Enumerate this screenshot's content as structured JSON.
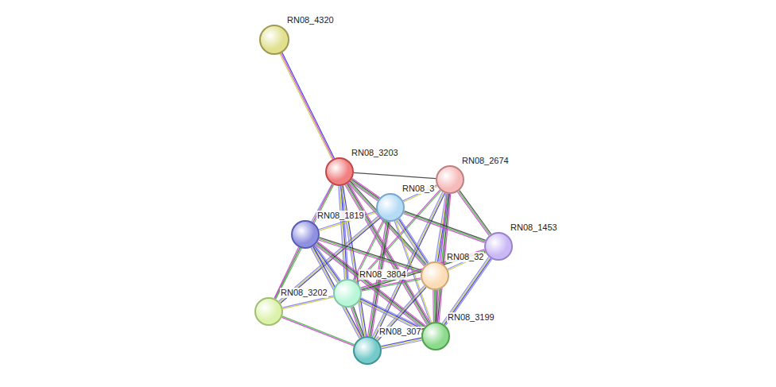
{
  "diagram": {
    "nodes": [
      {
        "text": [
          "RN08_4320"
        ]
      },
      {
        "text": [
          "RN08_3203"
        ]
      },
      {
        "text": [
          "RN08_2674"
        ]
      },
      {
        "text": [
          "RN08_3"
        ]
      },
      {
        "text": [
          "RN08_1819"
        ]
      },
      {
        "text": [
          "RN08_1453"
        ]
      },
      {
        "text": [
          "RN08_32"
        ]
      },
      {
        "text": [
          "RN08_3804"
        ]
      },
      {
        "text": [
          "RN08_3202"
        ]
      },
      {
        "text": [
          "RN08_3072"
        ]
      },
      {
        "text": [
          "RN08_3199"
        ]
      }
    ],
    "edges": [
      {
        "from": 0,
        "to": 1,
        "arrow": "none"
      },
      {
        "from": 1,
        "to": 2,
        "arrow": "none"
      },
      {
        "from": 1,
        "to": 3,
        "arrow": "none"
      },
      {
        "from": 1,
        "to": 4,
        "arrow": "none"
      },
      {
        "from": 1,
        "to": 6,
        "arrow": "none"
      },
      {
        "from": 1,
        "to": 7,
        "arrow": "none"
      },
      {
        "from": 1,
        "to": 8,
        "arrow": "none"
      },
      {
        "from": 1,
        "to": 9,
        "arrow": "none"
      },
      {
        "from": 1,
        "to": 10,
        "arrow": "none"
      },
      {
        "from": 2,
        "to": 3,
        "arrow": "none"
      },
      {
        "from": 2,
        "to": 5,
        "arrow": "none"
      },
      {
        "from": 2,
        "to": 6,
        "arrow": "none"
      },
      {
        "from": 2,
        "to": 7,
        "arrow": "none"
      },
      {
        "from": 2,
        "to": 9,
        "arrow": "none"
      },
      {
        "from": 2,
        "to": 10,
        "arrow": "none"
      },
      {
        "from": 3,
        "to": 4,
        "arrow": "none"
      },
      {
        "from": 3,
        "to": 5,
        "arrow": "none"
      },
      {
        "from": 3,
        "to": 6,
        "arrow": "none"
      },
      {
        "from": 3,
        "to": 7,
        "arrow": "none"
      },
      {
        "from": 3,
        "to": 8,
        "arrow": "none"
      },
      {
        "from": 3,
        "to": 9,
        "arrow": "none"
      },
      {
        "from": 3,
        "to": 10,
        "arrow": "none"
      },
      {
        "from": 4,
        "to": 6,
        "arrow": "none"
      },
      {
        "from": 4,
        "to": 7,
        "arrow": "none"
      },
      {
        "from": 4,
        "to": 8,
        "arrow": "none"
      },
      {
        "from": 4,
        "to": 9,
        "arrow": "none"
      },
      {
        "from": 4,
        "to": 10,
        "arrow": "none"
      },
      {
        "from": 5,
        "to": 6,
        "arrow": "none"
      },
      {
        "from": 5,
        "to": 7,
        "arrow": "none"
      },
      {
        "from": 5,
        "to": 10,
        "arrow": "none"
      },
      {
        "from": 6,
        "to": 7,
        "arrow": "none"
      },
      {
        "from": 6,
        "to": 9,
        "arrow": "none"
      },
      {
        "from": 6,
        "to": 10,
        "arrow": "none"
      },
      {
        "from": 7,
        "to": 8,
        "arrow": "none"
      },
      {
        "from": 7,
        "to": 9,
        "arrow": "none"
      },
      {
        "from": 7,
        "to": 10,
        "arrow": "none"
      },
      {
        "from": 8,
        "to": 9,
        "arrow": "none"
      },
      {
        "from": 9,
        "to": 10,
        "arrow": "none"
      }
    ]
  }
}
